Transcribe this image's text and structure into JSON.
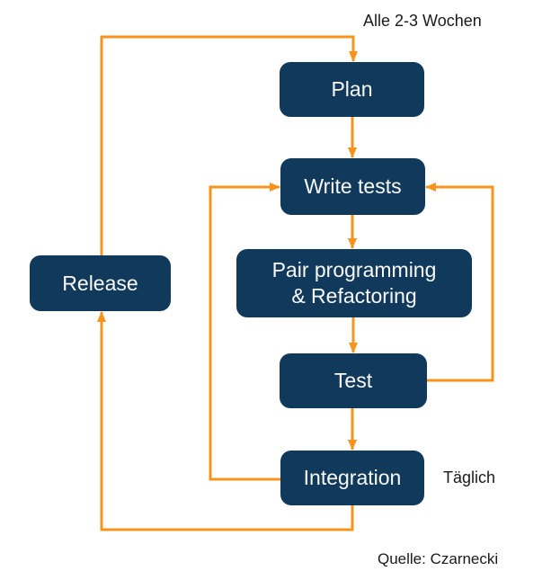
{
  "colors": {
    "node_fill": "#11395c",
    "node_text": "#fafafa",
    "arrow": "#f7941d",
    "label_text": "#1a1a1a",
    "background": "#ffffff"
  },
  "annotations": {
    "cycle_label": "Alle 2-3 Wochen",
    "daily_label": "Täglich",
    "source": "Quelle: Czarnecki"
  },
  "nodes": {
    "plan": {
      "label": "Plan"
    },
    "write_tests": {
      "label": "Write tests"
    },
    "pair": {
      "line1": "Pair programming",
      "line2": "& Refactoring"
    },
    "test": {
      "label": "Test"
    },
    "integration": {
      "label": "Integration"
    },
    "release": {
      "label": "Release"
    }
  },
  "edges": [
    {
      "from": "Release",
      "to": "Plan",
      "label": "Alle 2-3 Wochen"
    },
    {
      "from": "Plan",
      "to": "Write tests"
    },
    {
      "from": "Write tests",
      "to": "Pair programming & Refactoring"
    },
    {
      "from": "Pair programming & Refactoring",
      "to": "Test"
    },
    {
      "from": "Test",
      "to": "Integration"
    },
    {
      "from": "Test",
      "to": "Write tests"
    },
    {
      "from": "Integration",
      "to": "Write tests"
    },
    {
      "from": "Integration",
      "to": "Release",
      "label": "Täglich"
    }
  ]
}
